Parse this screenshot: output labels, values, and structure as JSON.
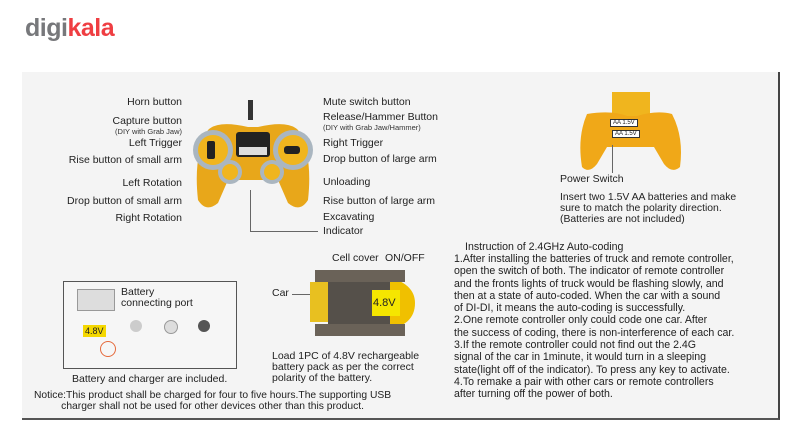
{
  "logo": {
    "part1": "digi",
    "part2": "kala"
  },
  "controller": {
    "left_labels": [
      "Horn button",
      "Capture button",
      "(DIY with Grab Jaw)",
      "Left Trigger",
      "Rise button of small arm",
      "Left Rotation",
      "Drop button of small arm",
      "Right Rotation"
    ],
    "right_labels": [
      "Mute switch button",
      "Release/Hammer Button",
      "(DIY with Grab Jaw/Hammer)",
      "Right Trigger",
      "Drop button of large arm",
      "Unloading",
      "Rise button of large arm",
      "Excavating",
      "Indicator"
    ]
  },
  "battery_back": {
    "battery_1": "AA 1.5V",
    "battery_2": "AA 1.5V",
    "power_switch": "Power Switch",
    "insert_text": [
      "Insert two 1.5V AA batteries and make",
      "sure to match the polarity direction.",
      "(Batteries are not included)"
    ]
  },
  "instructions": {
    "title": "Instruction of 2.4GHz Auto-coding",
    "lines": [
      "1.After installing the batteries of truck and remote controller,",
      "open the switch of both. The indicator of remote controller",
      "and the fronts lights of truck would be flashing slowly, and",
      "then at a state of auto-coded. When the car with a sound",
      "of DI-DI, it means the auto-coding is successfully.",
      "2.One remote controller only could code one car. After",
      "the success of coding, there is non-interference of each car.",
      "3.If the remote controller could not find out the 2.4G",
      "signal of the car in 1minute, it would turn in a sleeping",
      "state(light off of the indicator). To press any key to activate.",
      "4.To remake a pair with other cars or remote controllers",
      "after turning off the power of both."
    ]
  },
  "charger": {
    "port_label": [
      "Battery",
      "connecting port"
    ],
    "battery_label": "4.8V",
    "caption": "Battery and charger are included."
  },
  "car": {
    "cell_cover": "Cell cover",
    "on_off": "ON/OFF",
    "car_label": "Car",
    "battery_label": "4.8V",
    "load_text": [
      "Load 1PC of 4.8V rechargeable",
      "battery pack as per the correct",
      "polarity of the battery."
    ]
  },
  "notice": [
    "Notice:This product shall be charged for four to five hours.The supporting USB",
    "charger shall not be used for other devices other than this product."
  ]
}
